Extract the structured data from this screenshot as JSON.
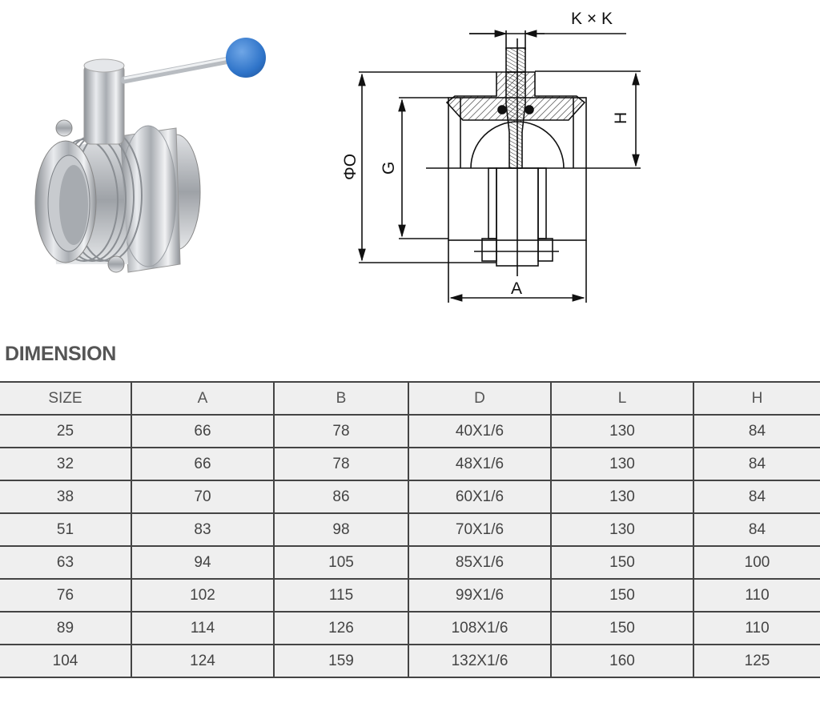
{
  "product": {
    "photo_label": "butterfly-valve-photo",
    "handle_color": "#2f74c9",
    "body_color": "#c9ccd0"
  },
  "drawing": {
    "labels": {
      "kxk": "K × K",
      "phi_o": "ΦO",
      "g": "G",
      "h": "H",
      "a": "A"
    }
  },
  "section": {
    "title": "DIMENSION"
  },
  "table": {
    "headers": [
      "SIZE",
      "A",
      "B",
      "D",
      "L",
      "H"
    ],
    "rows": [
      [
        "25",
        "66",
        "78",
        "40X1/6",
        "130",
        "84"
      ],
      [
        "32",
        "66",
        "78",
        "48X1/6",
        "130",
        "84"
      ],
      [
        "38",
        "70",
        "86",
        "60X1/6",
        "130",
        "84"
      ],
      [
        "51",
        "83",
        "98",
        "70X1/6",
        "130",
        "84"
      ],
      [
        "63",
        "94",
        "105",
        "85X1/6",
        "150",
        "100"
      ],
      [
        "76",
        "102",
        "115",
        "99X1/6",
        "150",
        "110"
      ],
      [
        "89",
        "114",
        "126",
        "108X1/6",
        "150",
        "110"
      ],
      [
        "104",
        "124",
        "159",
        "132X1/6",
        "160",
        "125"
      ]
    ]
  }
}
